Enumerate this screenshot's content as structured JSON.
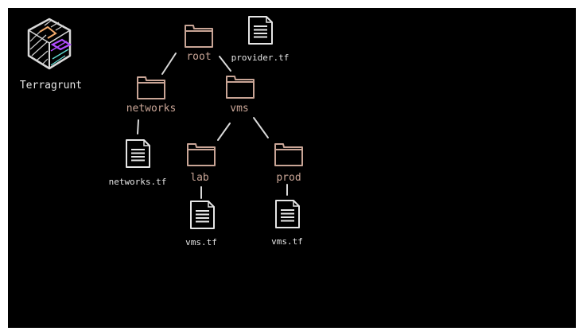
{
  "colors": {
    "background": "#000000",
    "folder": "#c9a596",
    "file": "#e6e6e6",
    "edge": "#d9d9d9"
  },
  "logo": {
    "label": "Terragrunt",
    "icon": "terragrunt-cube-icon"
  },
  "nodes": {
    "root": {
      "label": "root",
      "icon": "folder-icon"
    },
    "provider": {
      "label": "provider.tf",
      "icon": "file-icon"
    },
    "networks": {
      "label": "networks",
      "icon": "folder-icon"
    },
    "networks_tf": {
      "label": "networks.tf",
      "icon": "file-icon"
    },
    "vms": {
      "label": "vms",
      "icon": "folder-icon"
    },
    "lab": {
      "label": "lab",
      "icon": "folder-icon"
    },
    "prod": {
      "label": "prod",
      "icon": "folder-icon"
    },
    "lab_vms_tf": {
      "label": "vms.tf",
      "icon": "file-icon"
    },
    "prod_vms_tf": {
      "label": "vms.tf",
      "icon": "file-icon"
    }
  },
  "edges": [
    [
      "root",
      "networks"
    ],
    [
      "root",
      "vms"
    ],
    [
      "networks",
      "networks_tf"
    ],
    [
      "vms",
      "lab"
    ],
    [
      "vms",
      "prod"
    ],
    [
      "lab",
      "lab_vms_tf"
    ],
    [
      "prod",
      "prod_vms_tf"
    ]
  ]
}
